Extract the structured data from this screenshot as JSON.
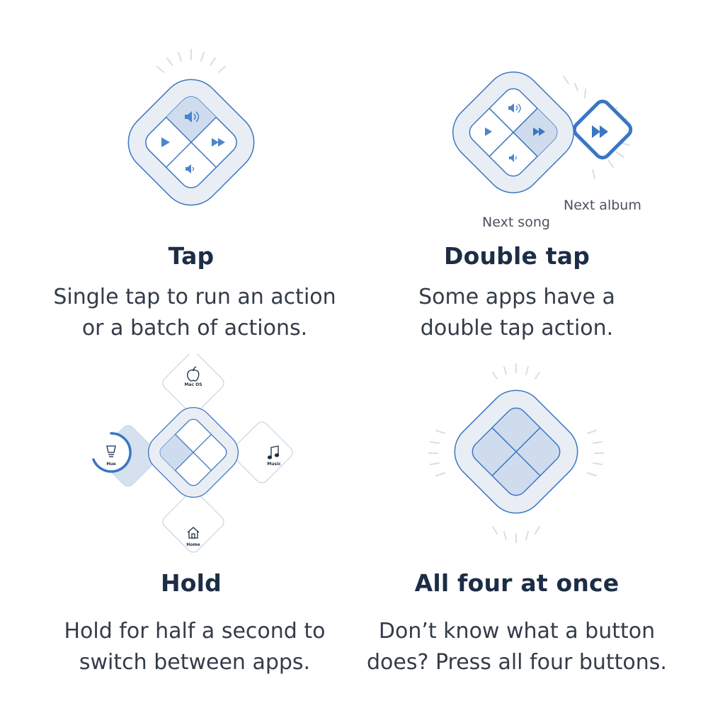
{
  "colors": {
    "outer_fill": "#e9eef5",
    "stroke": "#3a76c4",
    "active_fill": "#cfdcee",
    "icon": "#4d85cc",
    "ghost_stroke": "#c9d4e2",
    "ray": "#dadee4"
  },
  "tap": {
    "title": "Tap",
    "desc_line1": "Single tap to run an action",
    "desc_line2": "or a batch of actions.",
    "icons": [
      "volume-up-icon",
      "play-icon",
      "fast-forward-icon",
      "volume-down-icon"
    ],
    "active_key": "top"
  },
  "double_tap": {
    "title": "Double tap",
    "desc_line1": "Some apps have a",
    "desc_line2": "double tap action.",
    "label_next_song": "Next song",
    "label_next_album": "Next album",
    "icons": [
      "volume-up-icon",
      "play-icon",
      "fast-forward-icon",
      "volume-down-icon"
    ],
    "active_key": "right"
  },
  "hold": {
    "title": "Hold",
    "desc_line1": "Hold for half a second to",
    "desc_line2": "switch between apps.",
    "apps": {
      "top": "Mac OS",
      "right": "Music",
      "bottom": "Home",
      "left": "Hue"
    },
    "active_key": "left"
  },
  "all_four": {
    "title": "All four at once",
    "desc_line1": "Don’t know what a button",
    "desc_line2": "does? Press all four buttons."
  }
}
